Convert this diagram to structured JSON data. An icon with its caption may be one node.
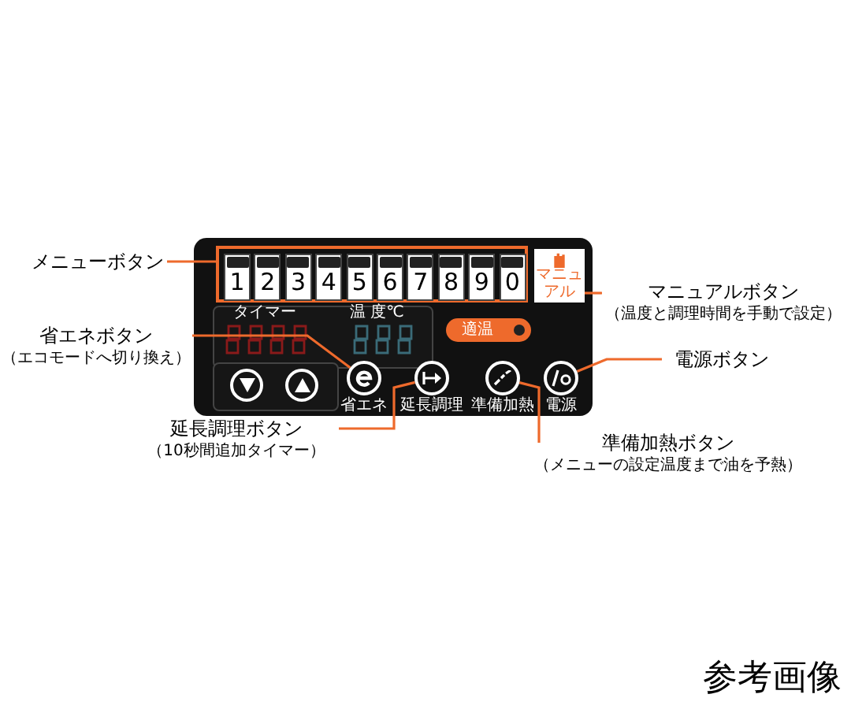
{
  "diagram": {
    "nodes": [
      {
        "text": [
          "メニューボタン"
        ]
      },
      {
        "text": [],
        "shape": "box"
      },
      {
        "text": [
          "1"
        ],
        "in": 1
      },
      {
        "text": [
          "2"
        ],
        "in": 1
      },
      {
        "text": [
          "3"
        ],
        "in": 1
      },
      {
        "text": [
          "4"
        ],
        "in": 1
      },
      {
        "text": [
          "5"
        ],
        "in": 1
      },
      {
        "text": [
          "6"
        ],
        "in": 1
      },
      {
        "text": [
          "7"
        ],
        "in": 1
      },
      {
        "text": [
          "8"
        ],
        "in": 1
      },
      {
        "text": [
          "9"
        ],
        "in": 1
      },
      {
        "text": [
          "0"
        ],
        "in": 1
      },
      {
        "text": [
          "マニュアルボタン",
          "（温度と調理時間を手動で設定）"
        ]
      },
      {
        "text": [
          "マニュアル"
        ]
      },
      {
        "text": [
          "省エネボタン",
          "（エコモードへ切り換え）"
        ]
      },
      {
        "text": [],
        "shape": "circle",
        "beside": [
          "省エネ"
        ]
      },
      {
        "text": [
          "延長調理ボタン",
          "（10秒間追加タイマー）"
        ]
      },
      {
        "text": [],
        "shape": "circle",
        "beside": [
          "延長調理"
        ]
      },
      {
        "text": [
          "準備加熱ボタン",
          "（メニューの設定温度まで油を予熱）"
        ]
      },
      {
        "text": [],
        "shape": "circle",
        "beside": [
          "準備加熱"
        ]
      },
      {
        "text": [
          "電源ボタン"
        ]
      },
      {
        "text": [],
        "shape": "circle",
        "beside": [
          "電源"
        ]
      }
    ],
    "edges": [
      {
        "from": 0,
        "to": 1,
        "arrow": "none"
      },
      {
        "from": 12,
        "to": 13,
        "arrow": "none"
      },
      {
        "from": 14,
        "to": 15,
        "arrow": "none"
      },
      {
        "from": 16,
        "to": 17,
        "arrow": "none"
      },
      {
        "from": 18,
        "to": 19,
        "arrow": "none"
      },
      {
        "from": 20,
        "to": 21,
        "arrow": "none"
      }
    ],
    "labels": [
      "タイマー",
      "温 度℃",
      "適温",
      "参考画像"
    ]
  }
}
